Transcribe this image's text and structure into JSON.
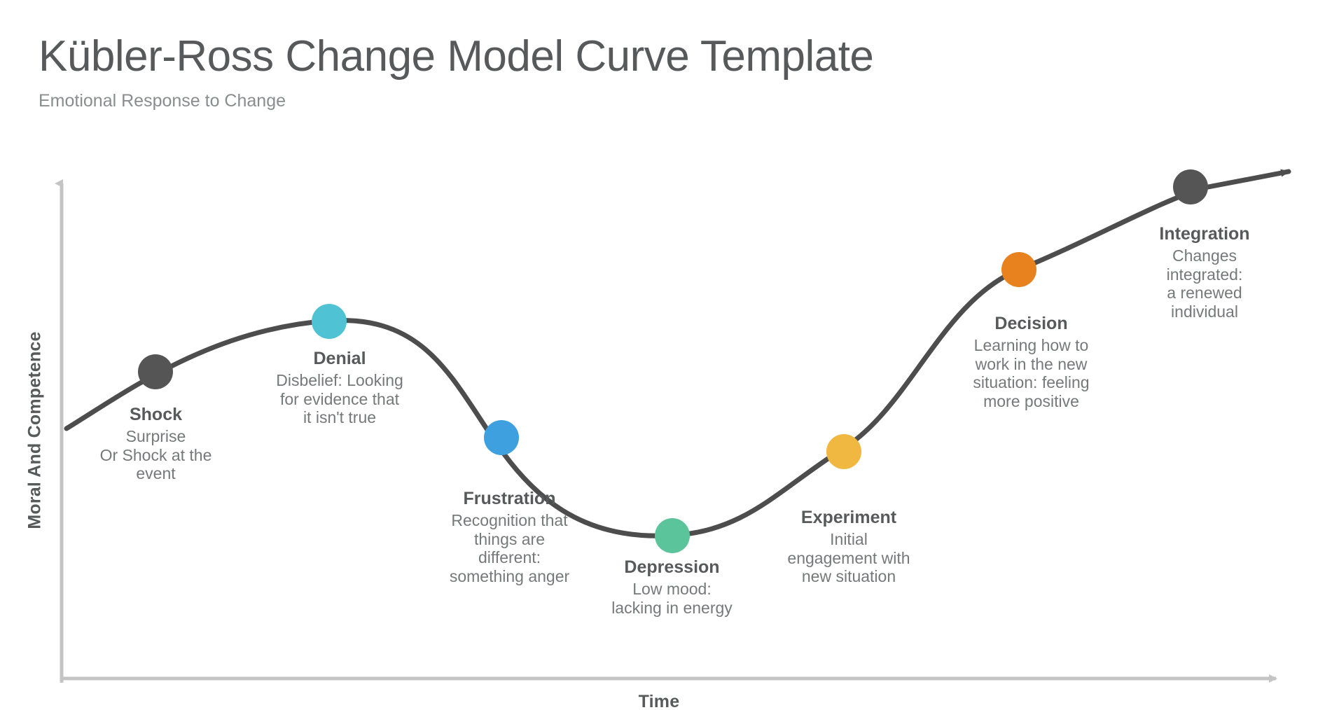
{
  "header": {
    "title": "Kübler-Ross Change Model Curve Template",
    "subtitle": "Emotional Response to Change"
  },
  "axes": {
    "y_label": "Moral And Competence",
    "x_label": "Time",
    "axis_color": "#c4c4c4"
  },
  "curve": {
    "color": "#4d4d4d",
    "width": 7
  },
  "chart_data": {
    "type": "line",
    "title": "Kübler-Ross Change Model Curve Template",
    "subtitle": "Emotional Response to Change",
    "xlabel": "Time",
    "ylabel": "Moral And Competence",
    "grid": false,
    "legend": "none",
    "x": [
      0,
      1,
      2,
      3,
      4,
      5,
      6
    ],
    "y": [
      62,
      78,
      50,
      22,
      33,
      68,
      88
    ],
    "annotations": [
      {
        "name": "Shock",
        "title": "Shock",
        "desc": "Surprise\nOr Shock at the\nevent",
        "desc_lines": [
          "Surprise",
          "Or Shock at the",
          "event"
        ],
        "color": "#555555",
        "x": 0,
        "y": 62
      },
      {
        "name": "Denial",
        "title": "Denial",
        "desc": "Disbelief: Looking\nfor evidence that\nit isn't true",
        "desc_lines": [
          "Disbelief: Looking",
          "for evidence that",
          "it isn't true"
        ],
        "color": "#4fc3d4",
        "x": 1,
        "y": 78
      },
      {
        "name": "Frustration",
        "title": "Frustration",
        "desc": "Recognition that\nthings are\ndifferent:\nsomething anger",
        "desc_lines": [
          "Recognition that",
          "things are",
          "different:",
          "something anger"
        ],
        "color": "#3fa0e0",
        "x": 2,
        "y": 50
      },
      {
        "name": "Depression",
        "title": "Depression",
        "desc": "Low mood:\nlacking in energy",
        "desc_lines": [
          "Low mood:",
          "lacking in energy"
        ],
        "color": "#5bc49a",
        "x": 3,
        "y": 22
      },
      {
        "name": "Experiment",
        "title": "Experiment",
        "desc": "Initial\nengagement with\nnew situation",
        "desc_lines": [
          "Initial",
          "engagement with",
          "new situation"
        ],
        "color": "#f0b840",
        "x": 4,
        "y": 33
      },
      {
        "name": "Decision",
        "title": "Decision",
        "desc": "Learning how to\nwork in the new\nsituation: feeling\nmore positive",
        "desc_lines": [
          "Learning how to",
          "work in the new",
          "situation: feeling",
          "more positive"
        ],
        "color": "#e8821e",
        "x": 5,
        "y": 68
      },
      {
        "name": "Integration",
        "title": "Integration",
        "desc": "Changes\nintegrated:\na renewed\nindividual",
        "desc_lines": [
          "Changes",
          "integrated:",
          "a renewed",
          "individual"
        ],
        "color": "#555555",
        "x": 6,
        "y": 88
      }
    ]
  },
  "stages": [
    {
      "title": "Shock",
      "line1": "Surprise",
      "line2": "Or Shock at the",
      "line3": "event",
      "line4": ""
    },
    {
      "title": "Denial",
      "line1": "Disbelief: Looking",
      "line2": "for evidence that",
      "line3": "it isn't true",
      "line4": ""
    },
    {
      "title": "Frustration",
      "line1": "Recognition that",
      "line2": "things are",
      "line3": "different:",
      "line4": "something anger"
    },
    {
      "title": "Depression",
      "line1": "Low mood:",
      "line2": "lacking in energy",
      "line3": "",
      "line4": ""
    },
    {
      "title": "Experiment",
      "line1": "Initial",
      "line2": "engagement with",
      "line3": "new situation",
      "line4": ""
    },
    {
      "title": "Decision",
      "line1": "Learning how to",
      "line2": "work in the new",
      "line3": "situation: feeling",
      "line4": "more positive"
    },
    {
      "title": "Integration",
      "line1": "Changes",
      "line2": "integrated:",
      "line3": "a renewed",
      "line4": "individual"
    }
  ]
}
